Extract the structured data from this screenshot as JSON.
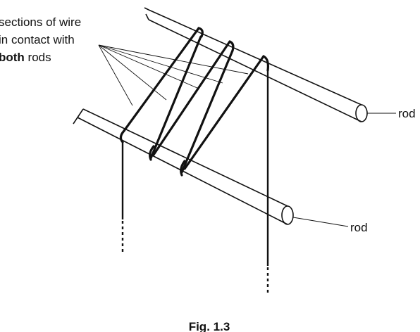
{
  "annotation": {
    "line1": "sections of wire",
    "line2": "in contact with",
    "line3_bold": "both",
    "line3_rest": " rods"
  },
  "rods": {
    "upper_label": "rod",
    "lower_label": "rod"
  },
  "caption": "Fig. 1.3"
}
